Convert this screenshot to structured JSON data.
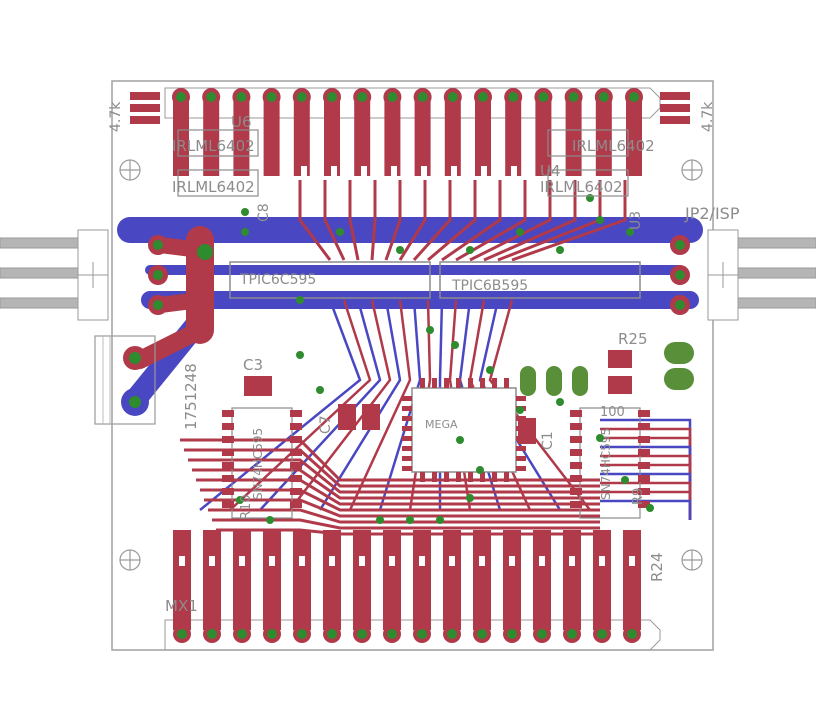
{
  "colors": {
    "background": "#ffffff",
    "outline": "#a0a0a0",
    "top_copper": "#b0394a",
    "bottom_copper": "#4a47c2",
    "pad": "#5a8f3a",
    "via": "#2e8b2e",
    "silkscreen": "#8c8c8c",
    "white_mark": "#ffffff"
  },
  "labels": {
    "jp2_isp": "JP2/ISP",
    "c3": "C3",
    "r25": "R25",
    "r24": "R24",
    "mx1": "MX1",
    "r_left": "4.7k",
    "r_right": "4.7k",
    "connector_part": "1751248",
    "mosfet_left_top": "IRLML6402",
    "mosfet_left_bot": "IRLML6402",
    "mosfet_right_top": "IRLML6402",
    "mosfet_right_bot": "IRLML6402",
    "u6": "U6",
    "u4": "U4",
    "u3": "U3",
    "mcu": "MEGA",
    "c1": "C1",
    "c7": "C7",
    "c8": "C8",
    "shift_left": "SN74HC595",
    "shift_right": "SN74HC595",
    "ic_top": "TPIC6C595",
    "ic_top2": "TPIC6B595",
    "val_100": "100",
    "r_mid": "R9",
    "r_mid2": "R10"
  }
}
